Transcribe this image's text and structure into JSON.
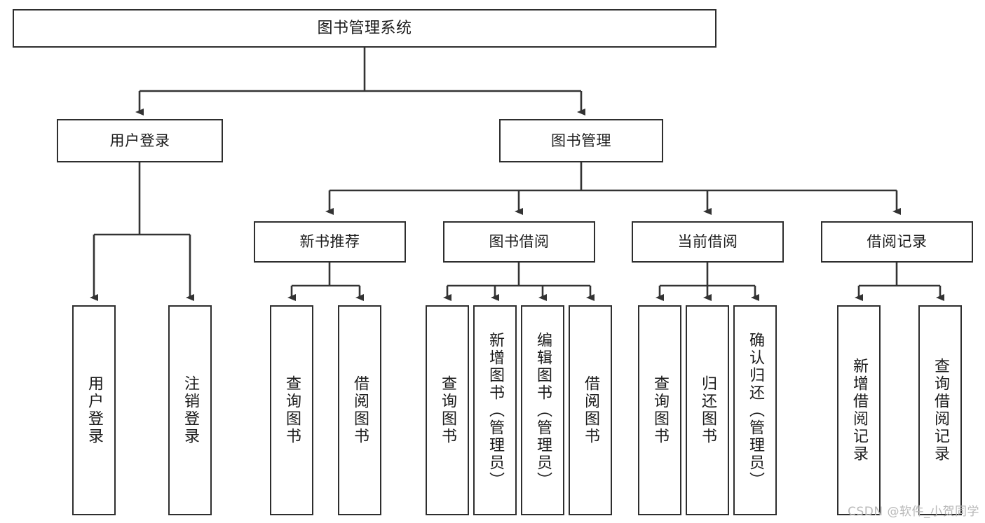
{
  "diagram": {
    "type": "tree-hierarchy",
    "title": "图书管理系统",
    "root": {
      "label": "图书管理系统"
    },
    "level2": [
      {
        "label": "用户登录"
      },
      {
        "label": "图书管理"
      }
    ],
    "level3": [
      {
        "label": "新书推荐"
      },
      {
        "label": "图书借阅"
      },
      {
        "label": "当前借阅"
      },
      {
        "label": "借阅记录"
      }
    ],
    "leaves": {
      "user_login": [
        {
          "label": "用户登录"
        },
        {
          "label": "注销登录"
        }
      ],
      "new_book_recommend": [
        {
          "label": "查询图书"
        },
        {
          "label": "借阅图书"
        }
      ],
      "book_borrow": [
        {
          "label": "查询图书"
        },
        {
          "label": "新增图书（管理员）"
        },
        {
          "label": "编辑图书（管理员）"
        },
        {
          "label": "借阅图书"
        }
      ],
      "current_borrow": [
        {
          "label": "查询图书"
        },
        {
          "label": "归还图书"
        },
        {
          "label": "确认归还（管理员）"
        }
      ],
      "borrow_records": [
        {
          "label": "新增借阅记录"
        },
        {
          "label": "查询借阅记录"
        }
      ]
    }
  },
  "watermark": {
    "text": "CSDN @软件_小贺同学"
  },
  "colors": {
    "box_border": "#2e2e2e",
    "box_fill": "#ffffff",
    "line": "#333333",
    "text": "#1b1b1b",
    "watermark": "#b8b8b8"
  }
}
